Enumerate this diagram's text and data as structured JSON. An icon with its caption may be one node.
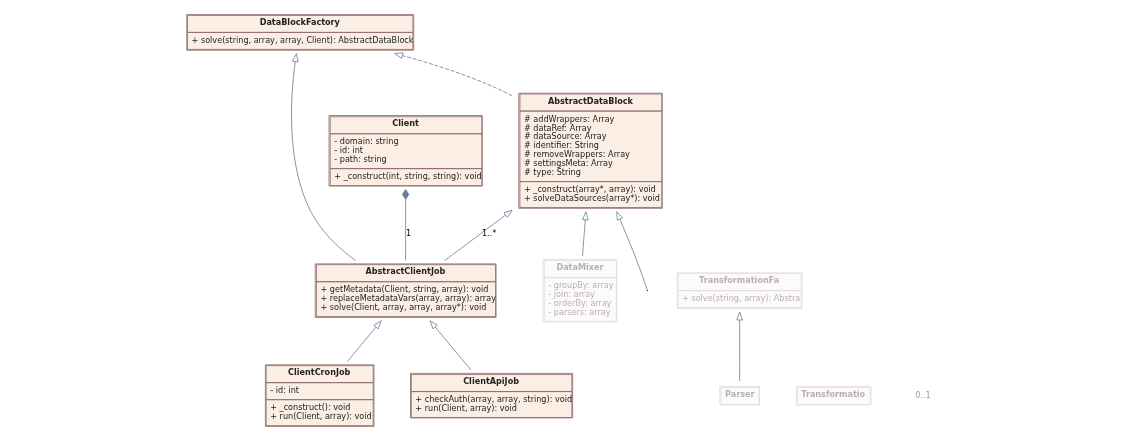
{
  "diagram": {
    "nodes": [
      {
        "text": [
          "DataBlockFactory",
          "+ solve(string, array, array, Client): AbstractDataBlock"
        ]
      },
      {
        "text": [
          "AbstractDataBlock",
          "# addWrappers: Array",
          "# dataRef: Array",
          "# dataSource: Array",
          "# identifier: String",
          "# removeWrappers: Array",
          "# settingsMeta: Array",
          "# type: String",
          "+ _construct(array*, array): void",
          "+ solveDataSources(array*): void"
        ]
      },
      {
        "text": [
          "AbstractClientJob",
          "+ getMetadata(Client, string, array): void",
          "+ replaceMetadataVars(array, array): array",
          "+ solve(Client, array, array, array*): void"
        ]
      },
      {
        "text": [
          "Client",
          "- domain: string",
          "- id: int",
          "- path: string",
          "+ _construct(int, string, string): void"
        ]
      },
      {
        "text": [
          "ClientCronJob",
          "- id: int",
          "+ _construct(): void",
          "+ run(Client, array): void"
        ]
      },
      {
        "text": [
          "ClientApiJob",
          "+ checkAuth(array, array, string): void",
          "+ run(Client, array): void"
        ]
      },
      {
        "text": [
          "DataMixer",
          "- groupBy: array",
          "- join: array",
          "- orderBy: array",
          "- parsers: array"
        ]
      },
      {
        "text": [
          "TransformationFa",
          "+ solve(string, array): Abstra"
        ]
      },
      {
        "text": [
          "Parser"
        ]
      },
      {
        "text": [
          "Transformatio"
        ]
      }
    ],
    "edges": [
      {
        "from": 1,
        "to": 0,
        "arrow": "to",
        "style": "dashed"
      },
      {
        "from": 2,
        "to": 0,
        "arrow": "to"
      },
      {
        "from": 2,
        "to": 1,
        "arrow": "to",
        "label": "1..*"
      },
      {
        "from": 2,
        "to": 3,
        "arrow": "other",
        "label": "1"
      },
      {
        "from": 4,
        "to": 2,
        "arrow": "to"
      },
      {
        "from": 5,
        "to": 2,
        "arrow": "to"
      },
      {
        "from": 6,
        "to": 1,
        "arrow": "to"
      },
      {
        "from": 8,
        "to": 7,
        "arrow": "to"
      },
      {
        "from": null,
        "to": 1,
        "arrow": "to"
      }
    ],
    "labels": [
      "0..1"
    ]
  }
}
